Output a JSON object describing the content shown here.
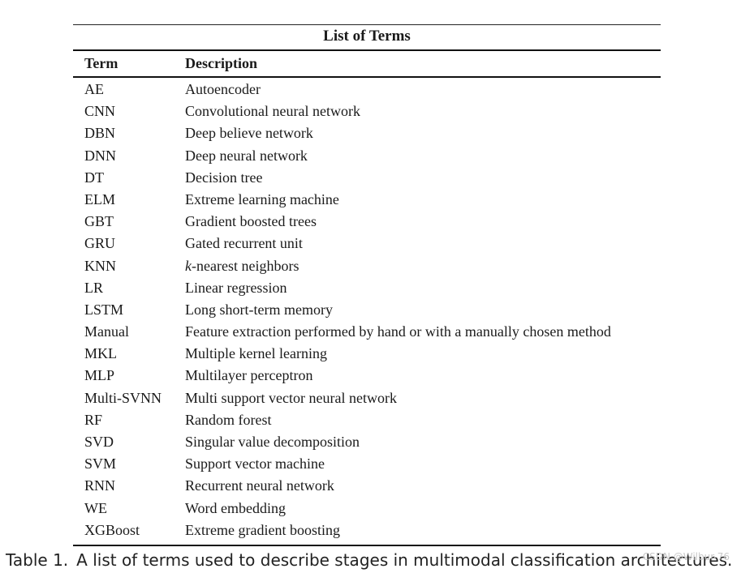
{
  "table": {
    "title": "List of Terms",
    "headers": {
      "term": "Term",
      "description": "Description"
    },
    "rows": [
      {
        "term": "AE",
        "description": "Autoencoder"
      },
      {
        "term": "CNN",
        "description": "Convolutional neural network"
      },
      {
        "term": "DBN",
        "description": "Deep believe network"
      },
      {
        "term": "DNN",
        "description": "Deep neural network"
      },
      {
        "term": "DT",
        "description": "Decision tree"
      },
      {
        "term": "ELM",
        "description": "Extreme learning machine"
      },
      {
        "term": "GBT",
        "description": "Gradient boosted trees"
      },
      {
        "term": "GRU",
        "description": "Gated recurrent unit"
      },
      {
        "term": "KNN",
        "description_italic": "k",
        "description": "-nearest neighbors"
      },
      {
        "term": "LR",
        "description": "Linear regression"
      },
      {
        "term": "LSTM",
        "description": "Long short-term memory"
      },
      {
        "term": "Manual",
        "description": "Feature extraction performed by hand or with a manually chosen method"
      },
      {
        "term": "MKL",
        "description": "Multiple kernel learning"
      },
      {
        "term": "MLP",
        "description": "Multilayer perceptron"
      },
      {
        "term": "Multi-SVNN",
        "description": "Multi support vector neural network"
      },
      {
        "term": "RF",
        "description": "Random forest"
      },
      {
        "term": "SVD",
        "description": "Singular value decomposition"
      },
      {
        "term": "SVM",
        "description": "Support vector machine"
      },
      {
        "term": "RNN",
        "description": "Recurrent neural network"
      },
      {
        "term": "WE",
        "description": "Word embedding"
      },
      {
        "term": "XGBoost",
        "description": "Extreme gradient boosting"
      }
    ]
  },
  "caption": {
    "label": "Table 1.",
    "text": "A list of terms used to describe stages in multimodal classification architectures."
  },
  "watermark": "CSDN @Wilbur-76"
}
